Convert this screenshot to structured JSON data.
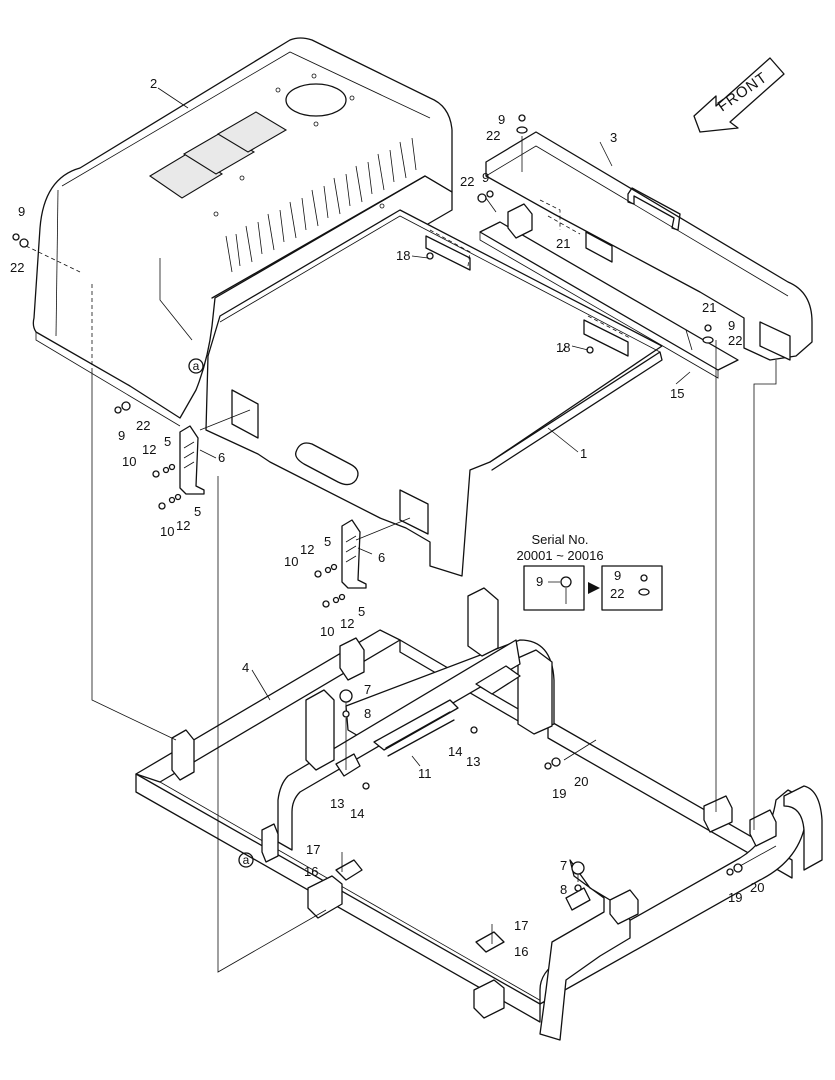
{
  "direction_arrow": {
    "label": "FRONT"
  },
  "serial_box": {
    "title": "Serial No.",
    "range": "20001 ~ 20016",
    "old_part": "9",
    "new_parts": [
      "9",
      "22"
    ]
  },
  "reference_marker": "a",
  "callouts": {
    "c1": "1",
    "c2": "2",
    "c3": "3",
    "c4": "4",
    "c15": "15",
    "c9_a": "9",
    "c22_a": "22",
    "c9_b": "9",
    "c22_b": "22",
    "c9_c": "9",
    "c22_c": "22",
    "c22_d": "22",
    "c9_d": "9",
    "c21_a": "21",
    "c21_b": "21",
    "c9_e": "9",
    "c22_e": "22",
    "c18_a": "18",
    "c18_b": "18",
    "c5_a": "5",
    "c12_a": "12",
    "c10_a": "10",
    "c6_a": "6",
    "c5_b": "5",
    "c12_b": "12",
    "c10_b": "10",
    "c5_c": "5",
    "c12_c": "12",
    "c10_c": "10",
    "c6_b": "6",
    "c5_d": "5",
    "c12_d": "12",
    "c10_d": "10",
    "c7_a": "7",
    "c8_a": "8",
    "c11": "11",
    "c14_a": "14",
    "c13_a": "13",
    "c13_b": "13",
    "c14_b": "14",
    "c19_a": "19",
    "c20_a": "20",
    "c17_a": "17",
    "c16_a": "16",
    "c7_b": "7",
    "c8_b": "8",
    "c19_b": "19",
    "c20_b": "20",
    "c17_b": "17",
    "c16_b": "16"
  }
}
